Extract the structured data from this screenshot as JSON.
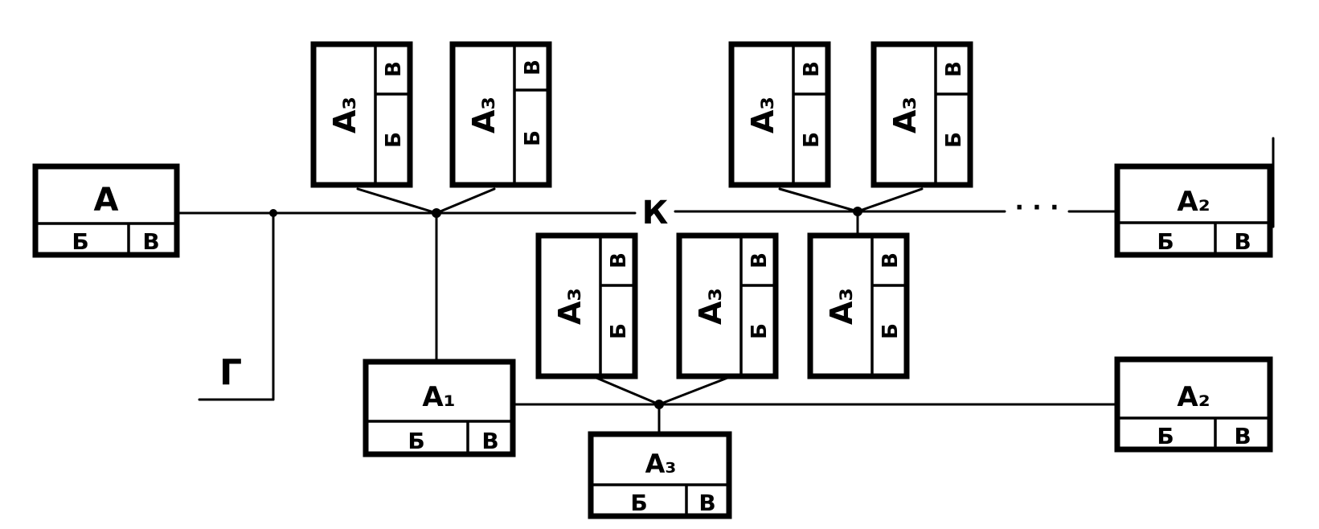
{
  "labels": {
    "bus_main": "К",
    "ground": "Г"
  },
  "block_text": {
    "a": "А",
    "a1": "А₁",
    "a2": "А₂",
    "a3": "А₃",
    "b": "Б",
    "v": "В"
  },
  "connector": {
    "ellipsis": "· · ·"
  }
}
